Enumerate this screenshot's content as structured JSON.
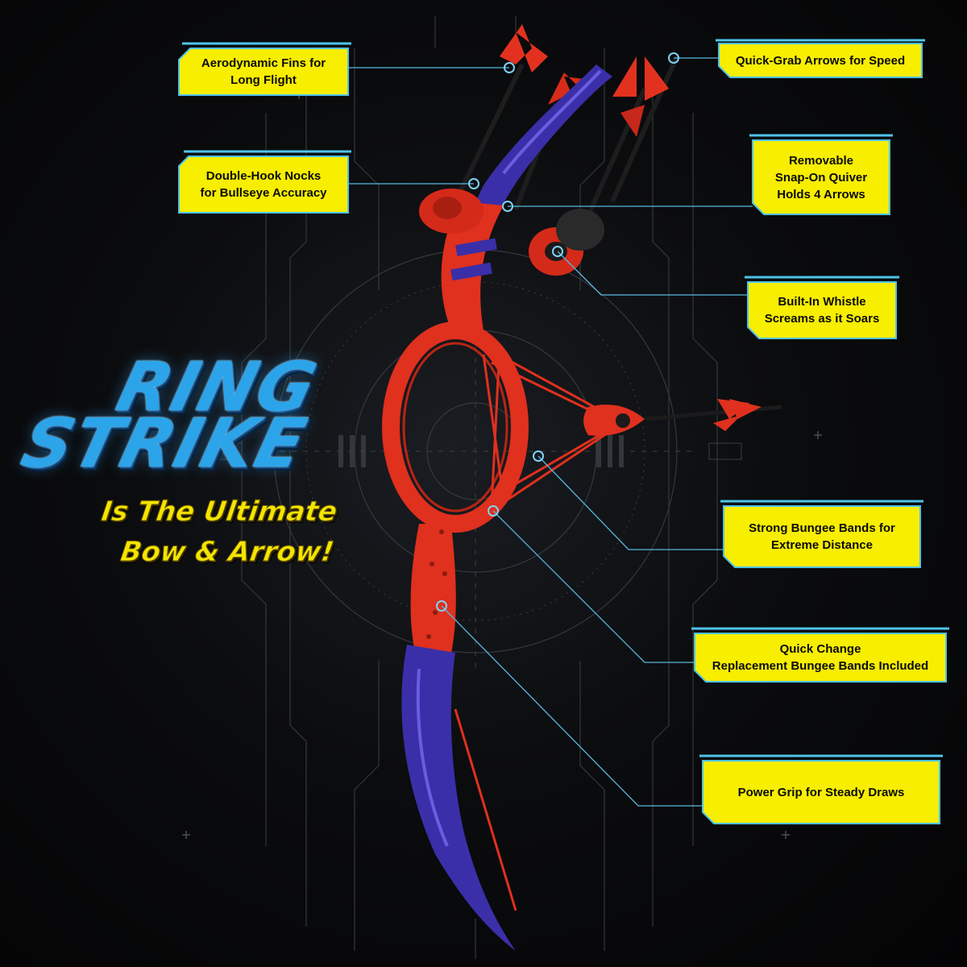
{
  "headline": {
    "line1": "RING",
    "line2": "STRIKE",
    "tagline1": "Is The Ultimate",
    "tagline2": "Bow & Arrow!"
  },
  "callouts": {
    "fins": {
      "line1": "Aerodynamic Fins for",
      "line2": "Long Flight"
    },
    "quick_grab": {
      "line1": "Quick-Grab Arrows for Speed"
    },
    "nocks": {
      "line1": "Double-Hook Nocks",
      "line2": "for Bullseye Accuracy"
    },
    "quiver": {
      "line1": "Removable",
      "line2": "Snap-On Quiver",
      "line3": "Holds 4 Arrows"
    },
    "whistle": {
      "line1": "Built-In Whistle",
      "line2": "Screams as it Soars"
    },
    "bungee": {
      "line1": "Strong Bungee Bands for",
      "line2": "Extreme Distance"
    },
    "replacement": {
      "line1": "Quick Change",
      "line2": "Replacement Bungee Bands Included"
    },
    "grip": {
      "line1": "Power Grip for Steady Draws"
    }
  },
  "colors": {
    "callout_fill": "#f7ee00",
    "callout_frame": "#4ec3ea",
    "leader_line": "#59b9e0",
    "bow_red": "#e0301e",
    "bow_blue": "#3a2fa8",
    "title_blue": "#2ba4ea",
    "tagline_yellow": "#f2e600"
  }
}
